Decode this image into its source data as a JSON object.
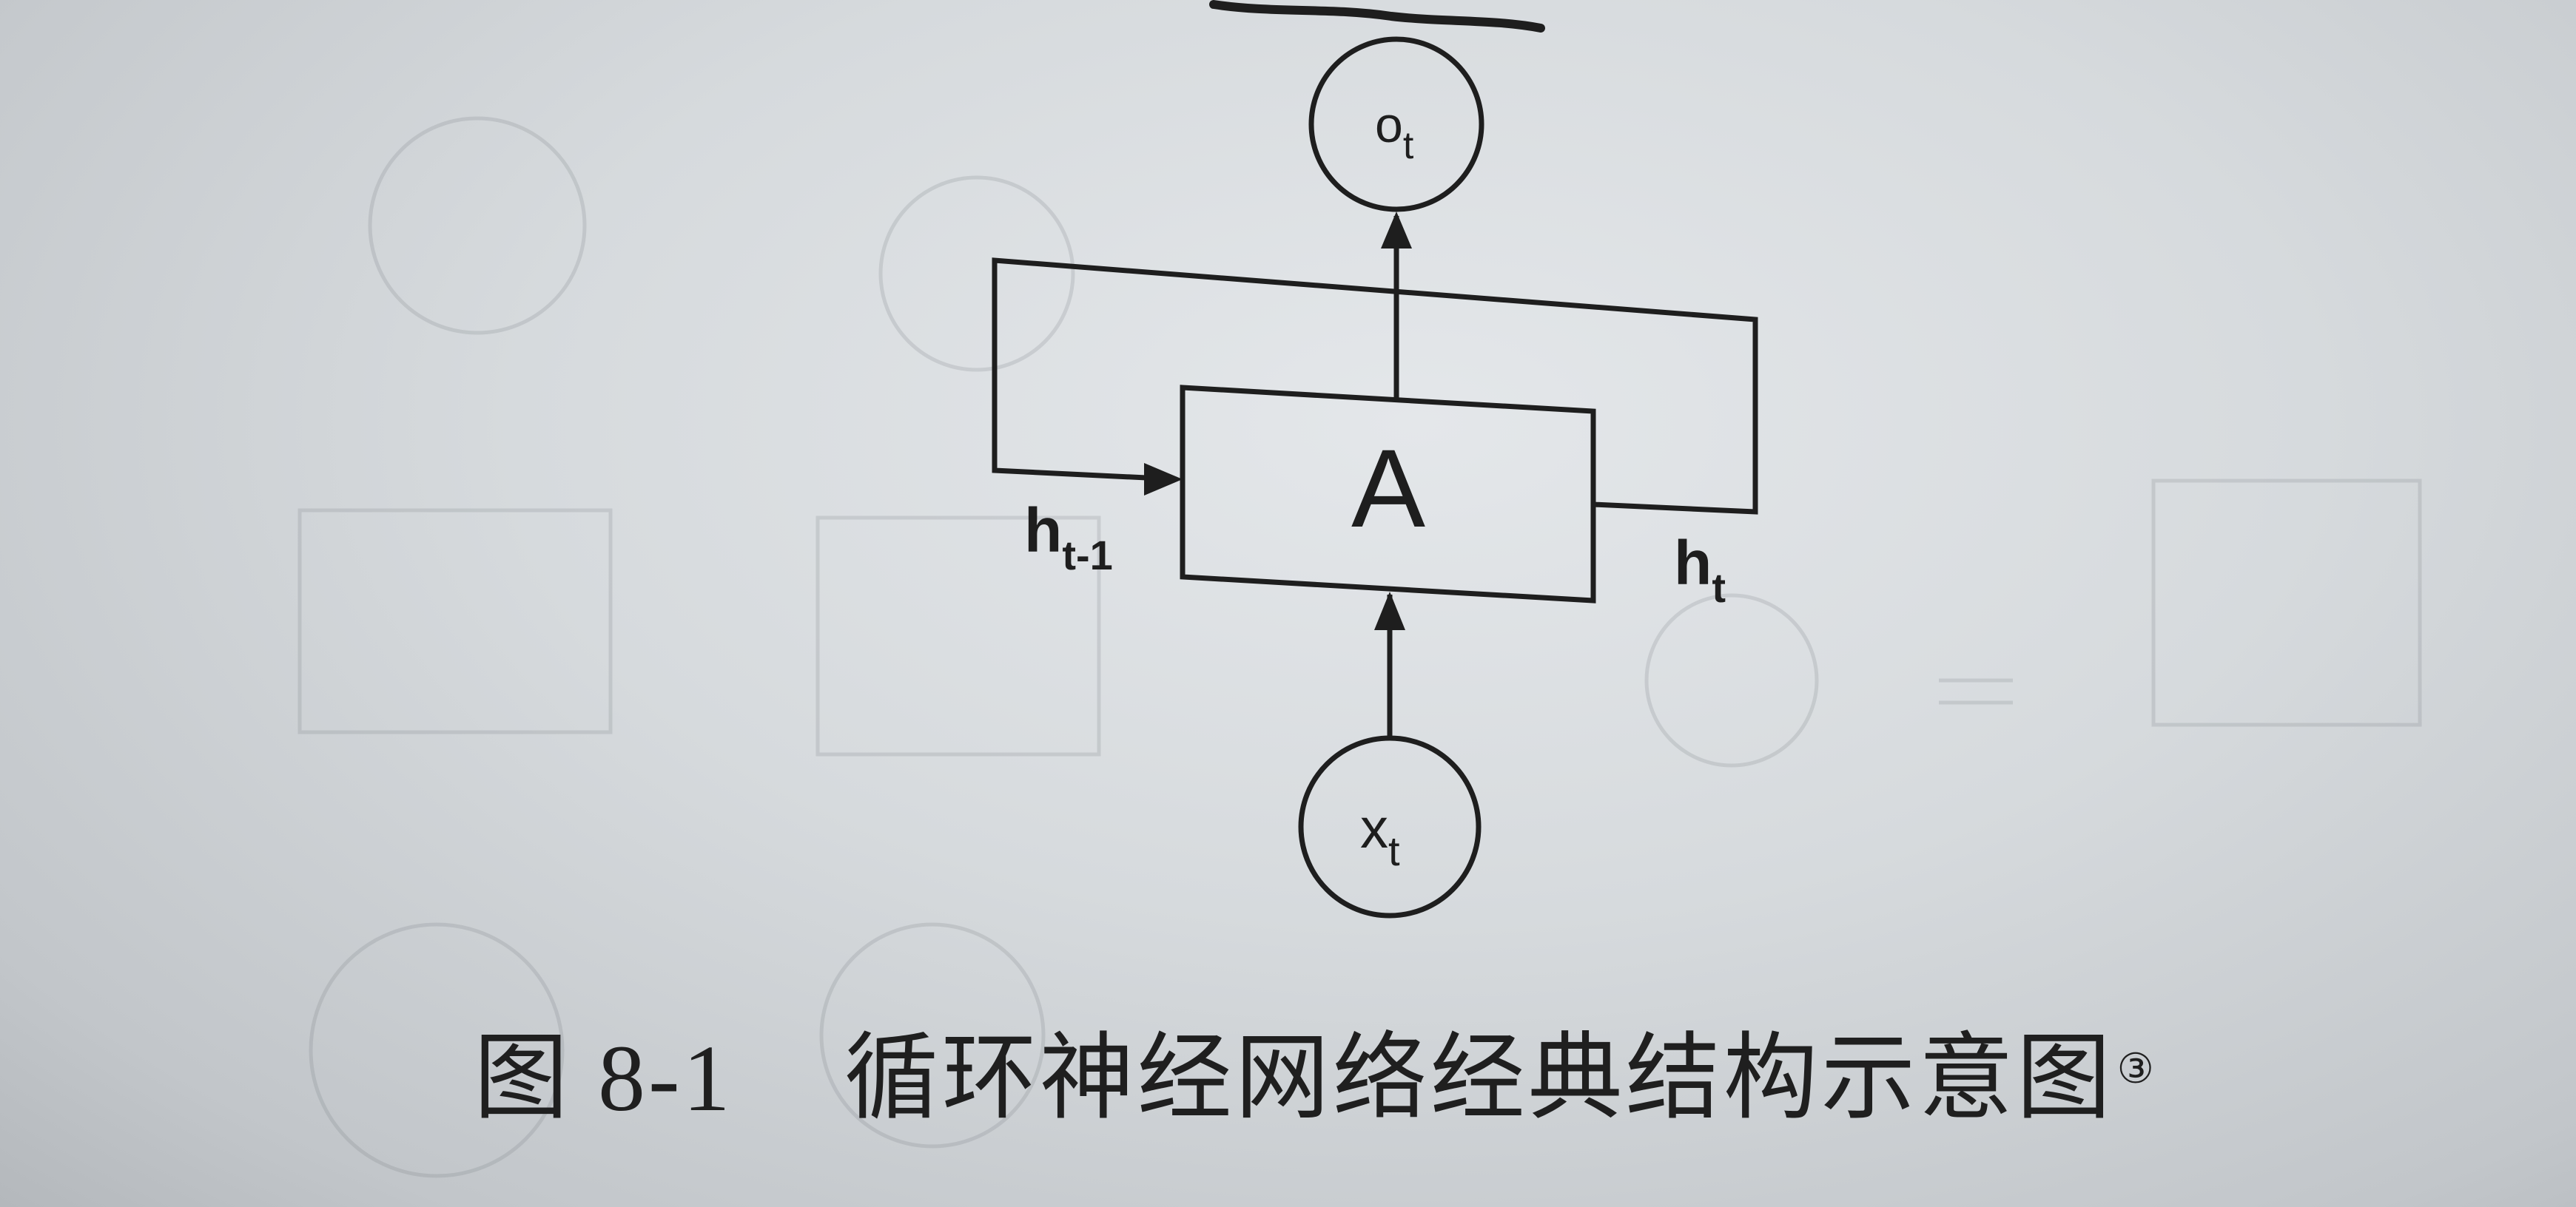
{
  "diagram": {
    "output_node": {
      "main": "o",
      "sub": "t"
    },
    "cell": {
      "label": "A"
    },
    "input_node": {
      "main": "x",
      "sub": "t"
    },
    "prev_hidden": {
      "main": "h",
      "sub": "t-1"
    },
    "hidden": {
      "main": "h",
      "sub": "t"
    }
  },
  "caption": {
    "number": "图 8-1",
    "title": "循环神经网络经典结构示意图",
    "footnote": "③"
  },
  "colors": {
    "ink": "#1e1e1e",
    "paper": "#dde0e3"
  }
}
